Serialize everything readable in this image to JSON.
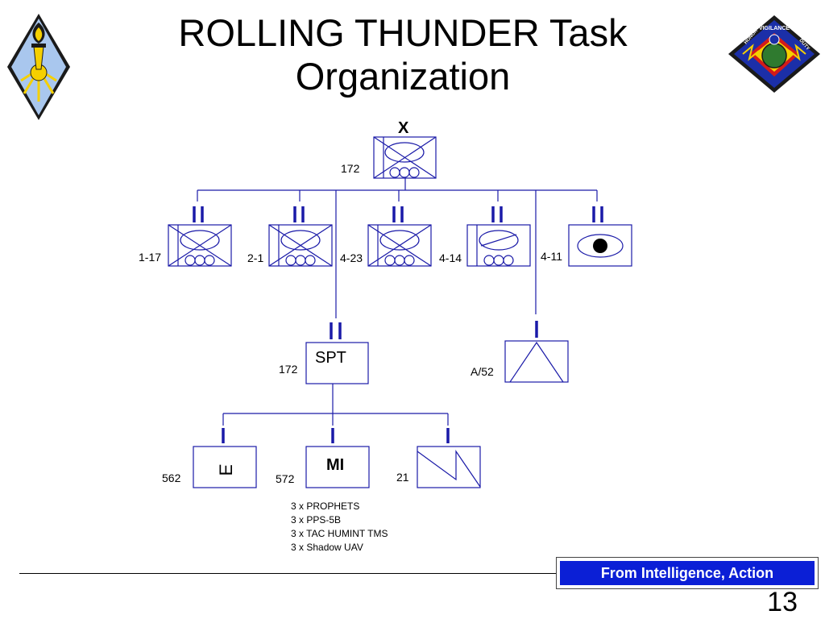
{
  "slide": {
    "title_line1": "ROLLING THUNDER Task",
    "title_line2": "Organization",
    "page_number": "13",
    "banner_text": "From Intelligence, Action"
  },
  "org": {
    "hq": {
      "echelon": "X",
      "label": "172"
    },
    "battalions": [
      {
        "label": "1-17"
      },
      {
        "label": "2-1"
      },
      {
        "label": "4-23"
      },
      {
        "label": "4-14"
      },
      {
        "label": "4-11"
      }
    ],
    "support": {
      "label": "172",
      "text": "SPT"
    },
    "artillery": {
      "label": "A/52"
    },
    "companies": [
      {
        "label": "562",
        "symbol": "E"
      },
      {
        "label": "572",
        "text": "MI"
      },
      {
        "label": "21"
      }
    ],
    "equipment": [
      "3 x PROPHETS",
      "3 x PPS-5B",
      "3 x TAC HUMINT TMS",
      "3 x Shadow UAV"
    ]
  },
  "colors": {
    "lines": "#1a1aa8",
    "banner": "#0b1fd6",
    "unit_box": "#1a1aa8"
  }
}
